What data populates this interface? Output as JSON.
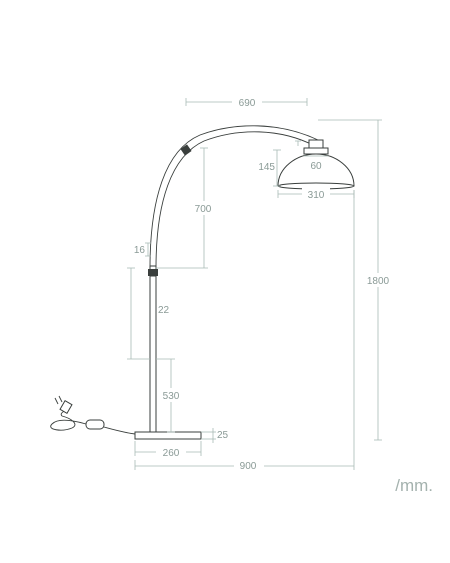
{
  "dimensions": {
    "arm_reach": "690",
    "shade_height": "145",
    "shade_top": "60",
    "shade_width": "310",
    "arc_height": "700",
    "arc_joint": "16",
    "mid_section": "22",
    "lower_pole": "530",
    "total_height": "1800",
    "base_height": "25",
    "base_width": "260",
    "total_width": "900"
  },
  "unit_label": "/mm.",
  "colors": {
    "dimension_line": "#a9bab5",
    "dimension_text": "#8a9a96",
    "lamp_outline": "#3a3f3d"
  }
}
